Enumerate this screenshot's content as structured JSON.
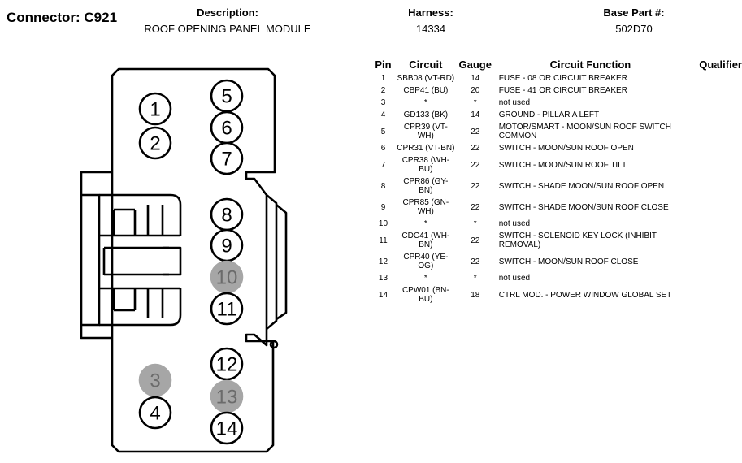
{
  "header": {
    "connector": "Connector: C921",
    "description_label": "Description:",
    "description": "ROOF OPENING PANEL MODULE",
    "harness_label": "Harness:",
    "harness": "14334",
    "base_part_label": "Base Part #:",
    "base_part": "502D70"
  },
  "table": {
    "columns": [
      "Pin",
      "Circuit",
      "Gauge",
      "Circuit Function",
      "Qualifier"
    ],
    "rows": [
      {
        "pin": "1",
        "circuit": "SBB08 (VT-RD)",
        "gauge": "14",
        "function": "FUSE - 08 OR CIRCUIT BREAKER",
        "qualifier": ""
      },
      {
        "pin": "2",
        "circuit": "CBP41 (BU)",
        "gauge": "20",
        "function": "FUSE - 41 OR CIRCUIT BREAKER",
        "qualifier": ""
      },
      {
        "pin": "3",
        "circuit": "*",
        "gauge": "*",
        "function": "not used",
        "qualifier": ""
      },
      {
        "pin": "4",
        "circuit": "GD133 (BK)",
        "gauge": "14",
        "function": "GROUND - PILLAR A LEFT",
        "qualifier": ""
      },
      {
        "pin": "5",
        "circuit": "CPR39 (VT-WH)",
        "gauge": "22",
        "function": "MOTOR/SMART - MOON/SUN ROOF SWITCH COMMON",
        "qualifier": ""
      },
      {
        "pin": "6",
        "circuit": "CPR31 (VT-BN)",
        "gauge": "22",
        "function": "SWITCH - MOON/SUN ROOF OPEN",
        "qualifier": ""
      },
      {
        "pin": "7",
        "circuit": "CPR38 (WH-BU)",
        "gauge": "22",
        "function": "SWITCH - MOON/SUN ROOF TILT",
        "qualifier": ""
      },
      {
        "pin": "8",
        "circuit": "CPR86 (GY-BN)",
        "gauge": "22",
        "function": "SWITCH - SHADE MOON/SUN ROOF OPEN",
        "qualifier": ""
      },
      {
        "pin": "9",
        "circuit": "CPR85 (GN-WH)",
        "gauge": "22",
        "function": "SWITCH - SHADE MOON/SUN ROOF CLOSE",
        "qualifier": ""
      },
      {
        "pin": "10",
        "circuit": "*",
        "gauge": "*",
        "function": "not used",
        "qualifier": ""
      },
      {
        "pin": "11",
        "circuit": "CDC41 (WH-BN)",
        "gauge": "22",
        "function": "SWITCH - SOLENOID KEY LOCK (INHIBIT REMOVAL)",
        "qualifier": ""
      },
      {
        "pin": "12",
        "circuit": "CPR40 (YE-OG)",
        "gauge": "22",
        "function": "SWITCH - MOON/SUN ROOF CLOSE",
        "qualifier": ""
      },
      {
        "pin": "13",
        "circuit": "*",
        "gauge": "*",
        "function": "not used",
        "qualifier": ""
      },
      {
        "pin": "14",
        "circuit": "CPW01 (BN-BU)",
        "gauge": "18",
        "function": "CTRL MOD. - POWER WINDOW GLOBAL SET",
        "qualifier": ""
      }
    ]
  },
  "diagram": {
    "pins": [
      {
        "label": "1",
        "used": true
      },
      {
        "label": "2",
        "used": true
      },
      {
        "label": "3",
        "used": false
      },
      {
        "label": "4",
        "used": true
      },
      {
        "label": "5",
        "used": true
      },
      {
        "label": "6",
        "used": true
      },
      {
        "label": "7",
        "used": true
      },
      {
        "label": "8",
        "used": true
      },
      {
        "label": "9",
        "used": true
      },
      {
        "label": "10",
        "used": false
      },
      {
        "label": "11",
        "used": true
      },
      {
        "label": "12",
        "used": true
      },
      {
        "label": "13",
        "used": false
      },
      {
        "label": "14",
        "used": true
      }
    ]
  }
}
